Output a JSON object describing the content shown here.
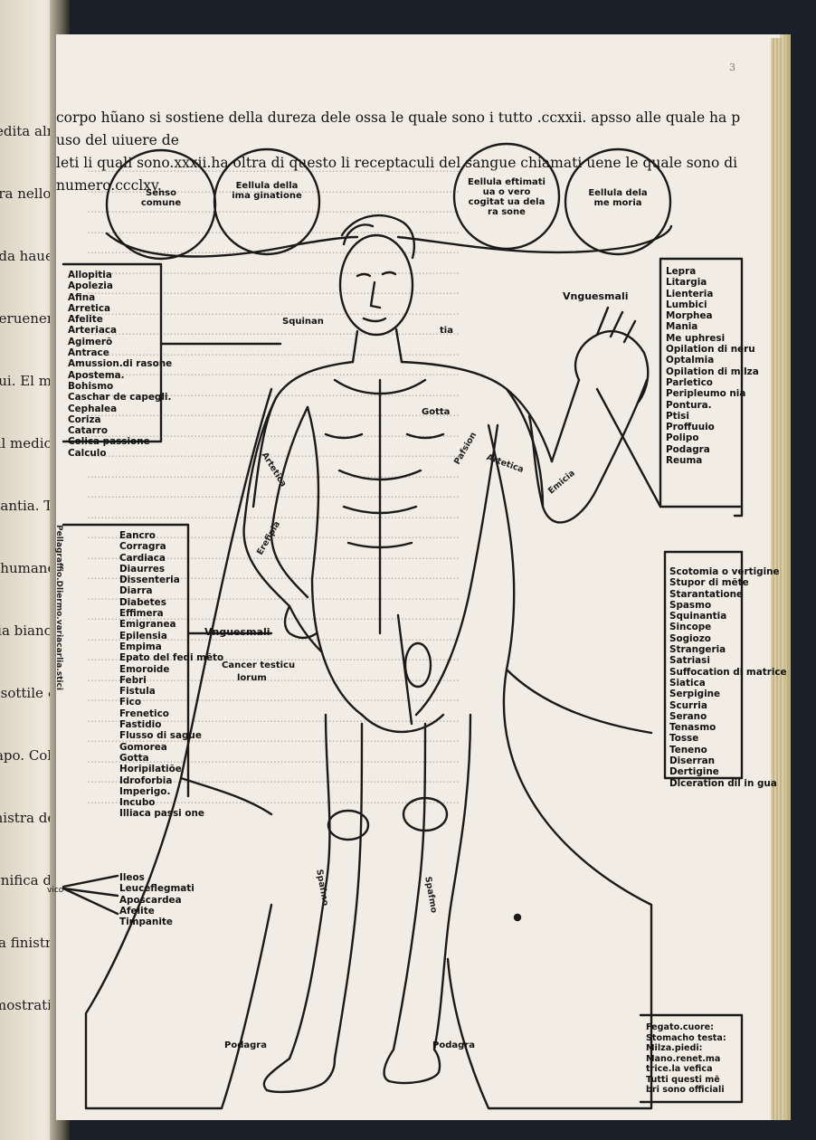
{
  "left_page": {
    "lines": [
      "predita alm",
      "aira nellob",
      "turbida hauer",
      "soperuenem",
      "ftrui. El mo",
      "e il medico",
      "bstantia. Te",
      "po humano.",
      "arria bianca",
      "& sottile &",
      "il capo. Cole",
      "finistra del",
      "fignifica do",
      "a la finistra",
      "demostratio"
    ]
  },
  "folio": "3",
  "header": {
    "line1": "corpo hũano si sostiene della dureza dele ossa le quale sono i tutto .ccxxii. apsso alle quale ha p uso del uiuere de",
    "line2": "leti li quali sono.xxxii.ha oltra di questo li receptaculi del sangue chiamati uene le quale sono di numero.ccclxv."
  },
  "circles": [
    {
      "text": "Senso comune"
    },
    {
      "text": "Eellula della ima ginatione"
    },
    {
      "text": "Eellula eftimati ua o vero cogitat ua dela ra sone"
    },
    {
      "text": "Eellula dela me moria"
    }
  ],
  "left_list_top": [
    "Allopitia",
    "Apolezia",
    "Afina",
    "Arretica",
    "Afelite",
    "Arteriaca",
    "Agimerõ",
    "Antrace",
    "Amussion.di rasone",
    "Apostema.",
    "Bohismo",
    "Caschar de capegli.",
    "Cephalea",
    "Coriza",
    "Catarro",
    "Colica passione",
    "Calculo"
  ],
  "right_list_top": [
    "Lepra",
    "Litargia",
    "Lienteria",
    "Lumbici",
    "Morphea",
    "Mania",
    "Me uphresi",
    "Opilation di neru",
    "Optalmia",
    "Opilation di milza",
    "Parletico",
    "Peripleumo nia",
    "Pontura.",
    "Ptisi",
    "Proffuuio",
    "Polipo",
    "Podagra",
    "Reuma"
  ],
  "left_list_mid": [
    "Eancro",
    "Corragra",
    "Cardiaca",
    "Diaurres",
    "Dissenteria",
    "Diarra",
    "Diabetes",
    "Effimera",
    "Emigranea",
    "Epilensia",
    "Empima",
    "Epato del fedi mẽto",
    "Emoroide",
    "Febri",
    "Fistula",
    "Fico",
    "Frenetico",
    "Fastidio",
    "Flusso di sague",
    "Gomorea",
    "Gotta",
    "Horipilatiõe",
    "Idroforbia",
    "Imperigo.",
    "Incubo",
    "Illiaca passi one"
  ],
  "right_list_mid": [
    "Scotomia o vertigine",
    "Stupor di mẽte",
    "Starantatione",
    "Spasmo",
    "Squinantia",
    "Sincope",
    "Sogiozo",
    "Strangeria",
    "Satriasi",
    "Suffocation di matrice",
    "Siatica",
    "Serpigine",
    "Scurria",
    "Serano",
    "Tenasmo",
    "Tosse",
    "Teneno",
    "Diserran",
    "Dertigine",
    "Dlceration dil in gua"
  ],
  "left_list_bottom": [
    "Ileos",
    "Leuceflegmati",
    "Aposcardea",
    "Afelite",
    "Timpanite"
  ],
  "bottom_right_box": [
    "Fegato.cuore:",
    "Stomacho testa:",
    "Milza.piedi:",
    "Mano.renet.ma",
    "trice.la vefica",
    "Tutti questi mẽ",
    "bri sono officiali"
  ],
  "body_labels": {
    "unguesmali_top": "Vnguesmali",
    "squinantia": "Squinan",
    "tia": "tia",
    "gotta": "Gotta",
    "unguesmali_mid": "Vnguesmali",
    "cancer": "Cancer testicu",
    "lorum": "lorum",
    "podagra_left": "Podagra",
    "podagra_right": "Podagra",
    "artetica": "Artetica",
    "pafsiom": "Pafsion",
    "artetica2": "Artetica",
    "emici": "Emicia",
    "erefipia": "Erefipia",
    "sprafmo": "Spafmo",
    "sprafmo2": "Spafmo",
    "vico": "vico"
  },
  "vertical_margin": "Pellagraffio.Dliermo.variacarlia.stici"
}
